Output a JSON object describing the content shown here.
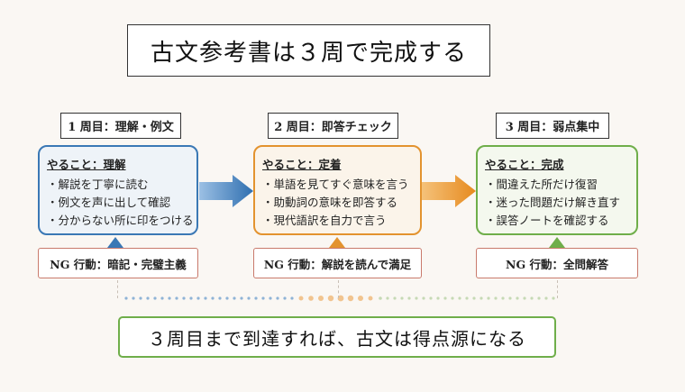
{
  "title": "古文参考書は３周で完成する",
  "stages": [
    {
      "label": "1 周目：理解・例文",
      "card_heading": "やること：理解",
      "items": [
        "解説を丁寧に読む",
        "例文を声に出して確認",
        "分からない所に印をつける"
      ],
      "ng": "NG 行動：暗記・完璧主義",
      "color": "#3a78b5",
      "fill": "#eef3f8"
    },
    {
      "label": "2 周目：即答チェック",
      "card_heading": "やること：定着",
      "items": [
        "単語を見てすぐ意味を言う",
        "助動詞の意味を即答する",
        "現代語訳を自力で言う"
      ],
      "ng": "NG 行動：解説を読んで満足",
      "color": "#e3932f",
      "fill": "#fbf4ea"
    },
    {
      "label": "3 周目：弱点集中",
      "card_heading": "やること：完成",
      "items": [
        "間違えた所だけ復習",
        "迷った問題だけ解き直す",
        "誤答ノートを確認する"
      ],
      "ng": "NG 行動：全問解答",
      "color": "#6fae4a",
      "fill": "#f4f8ee"
    }
  ],
  "conclusion": "３周目まで到達すれば、古文は得点源になる",
  "colors": {
    "ng_border": "#c97a6c",
    "conclusion_border": "#6fae4a"
  }
}
